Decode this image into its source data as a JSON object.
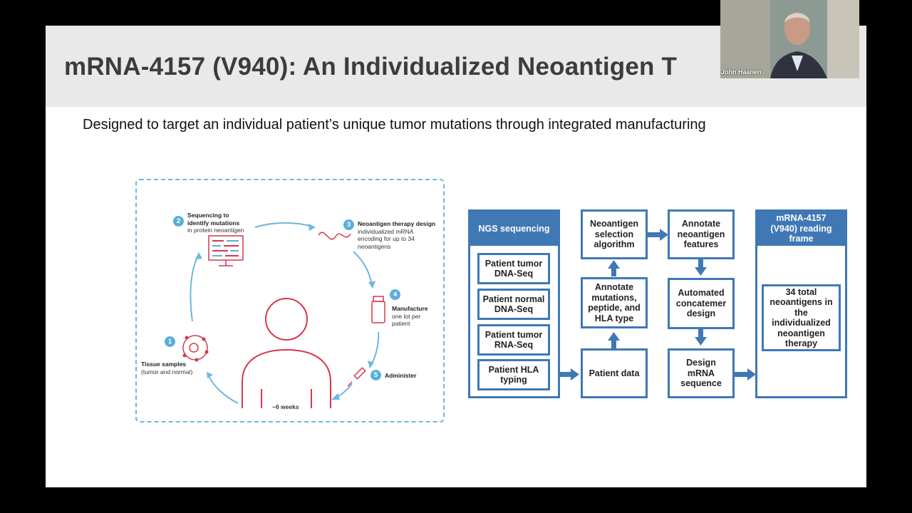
{
  "slide": {
    "title": "mRNA-4157 (V940): An Individualized Neoantigen T",
    "subtitle": "Designed to target an individual patient’s unique tumor mutations through integrated manufacturing"
  },
  "cycle": {
    "steps": [
      {
        "num": "1",
        "title": "Tissue samples",
        "detail": "(tumor and normal)"
      },
      {
        "num": "2",
        "title": "Sequencing to identify mutations",
        "detail": "in protein neoantigen"
      },
      {
        "num": "3",
        "title": "Neoantigen therapy design",
        "detail": "individualized mRNA encoding for up to 34 neoantigens"
      },
      {
        "num": "4",
        "title": "Manufacture",
        "detail": "one lot per patient"
      },
      {
        "num": "5",
        "title": "Administer",
        "detail": ""
      }
    ],
    "duration": "~6 weeks",
    "accent_color": "#5aaedb",
    "icon_color": "#d6374a"
  },
  "flow": {
    "ngs": {
      "header": "NGS sequencing",
      "items": [
        "Patient tumor DNA-Seq",
        "Patient normal DNA-Seq",
        "Patient tumor RNA-Seq",
        "Patient HLA typing"
      ]
    },
    "patient_data": "Patient data",
    "annotate_mutations": "Annotate mutations, peptide, and HLA type",
    "selection_algorithm": "Neoantigen selection algorithm",
    "annotate_features": "Annotate neoantigen features",
    "concatemer": "Automated concatemer design",
    "design_mrna": "Design mRNA sequence",
    "reading_frame": {
      "header": "mRNA-4157 (V940) reading frame",
      "body": "34 total neoantigens in the individualized neoantigen therapy"
    },
    "box_color": "#3f78b5"
  },
  "video": {
    "speaker_name": "John Haanen"
  }
}
